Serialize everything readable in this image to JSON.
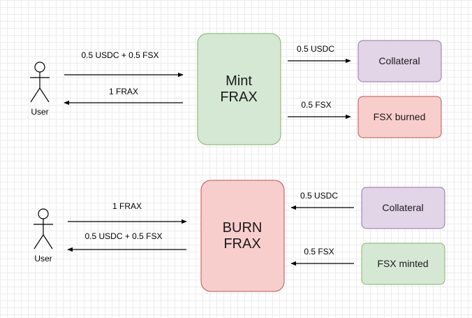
{
  "mint": {
    "process": {
      "line1": "Mint",
      "line2": "FRAX",
      "fill": "#d5e8d4",
      "stroke": "#82b366"
    },
    "actor": {
      "label": "User"
    },
    "user_to_process": "0.5 USDC + 0.5 FSX",
    "process_to_user": "1 FRAX",
    "to_collateral": "0.5 USDC",
    "to_fsx": "0.5 FSX",
    "collateral": {
      "label": "Collateral",
      "fill": "#e1d5e7",
      "stroke": "#9673a6"
    },
    "fsx_box": {
      "label": "FSX burned",
      "fill": "#f8cecc",
      "stroke": "#b85450"
    }
  },
  "burn": {
    "process": {
      "line1": "BURN",
      "line2": "FRAX",
      "fill": "#f8cecc",
      "stroke": "#b85450"
    },
    "actor": {
      "label": "User"
    },
    "user_to_process": "1 FRAX",
    "process_to_user": "0.5 USDC + 0.5 FSX",
    "from_collateral": "0.5 USDC",
    "from_fsx": "0.5 FSX",
    "collateral": {
      "label": "Collateral",
      "fill": "#e1d5e7",
      "stroke": "#9673a6"
    },
    "fsx_box": {
      "label": "FSX minted",
      "fill": "#d5e8d4",
      "stroke": "#82b366"
    }
  }
}
